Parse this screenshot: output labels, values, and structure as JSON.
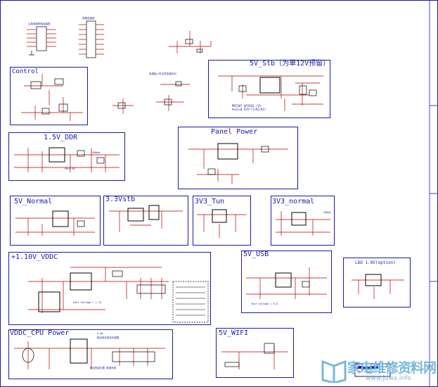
{
  "sheet": {
    "colors": {
      "frame": "#1a1aa8",
      "wire": "#b00000",
      "part": "#000000",
      "watermark": "#7ab7d9"
    }
  },
  "blocks": {
    "control": "Control",
    "stb5v": "5V_Stb（为单12V预留）",
    "ddr15": "1.5V_DDR",
    "panel": "Panel Power",
    "normal5v": "5V_Normal",
    "stb33": "3.3Vstb",
    "tun3v3": "3V3_Tun",
    "normal3v3": "3V3_normal",
    "vddc110": "+1.10V_VDDC",
    "usb5v": "5V_USB",
    "ldo": "LDO 1.8V(option)",
    "cpu": "VDDC_CPU Power",
    "wifi": "5V_WIFI"
  },
  "notes": {
    "header_left": "主板电源网络连接座",
    "header_right": "电源连接座",
    "power_note": "电源板入时注意电源序列",
    "stb_part": "MP2307 AP3503 /3A",
    "stb_sel": "Vout=0.925*(1+R1/R2)",
    "cpu_note": "5.0A",
    "cpu_note2": "输出电压按实际调整",
    "cpu_note3": "输出电容位置 单板布局",
    "ddr_flag": "FB=0.6V",
    "vddc_vout": "Vout Voltage = 1.1V",
    "usb_vout": "Vout Voltage = 5.0",
    "ma3300": "3300mA",
    "ma300": "300mA",
    "title_ref": "Sys-power"
  },
  "watermark": {
    "text": "家电维修资料网",
    "url": "www.jdwx.info"
  }
}
